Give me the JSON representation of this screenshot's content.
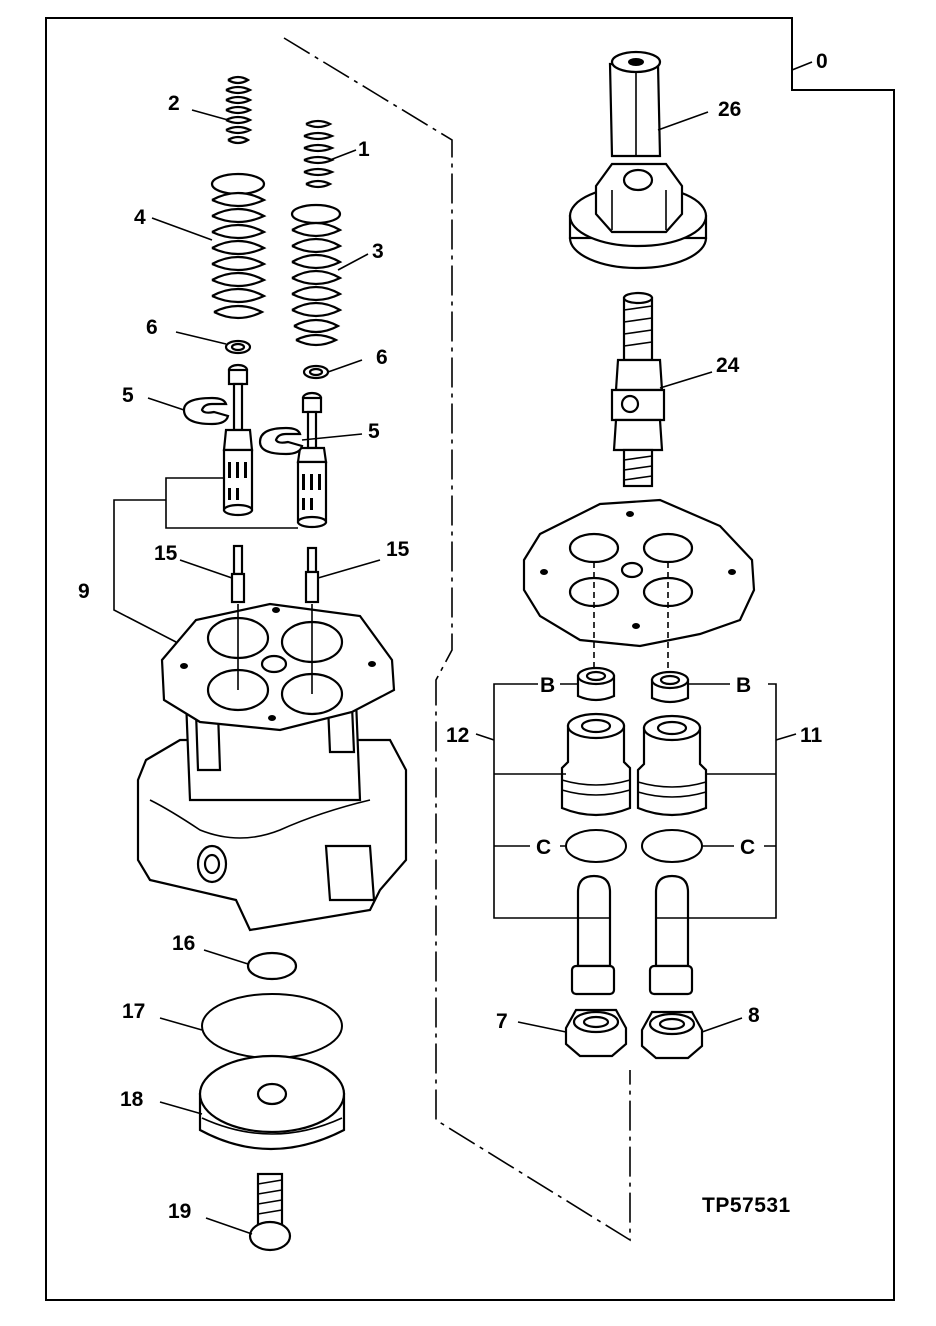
{
  "figure_ref": "TP57531",
  "labels": {
    "l0": "0",
    "l1": "1",
    "l2": "2",
    "l3": "3",
    "l4": "4",
    "l5a": "5",
    "l5b": "5",
    "l6a": "6",
    "l6b": "6",
    "l7": "7",
    "l8": "8",
    "l9": "9",
    "l11": "11",
    "l12": "12",
    "l15a": "15",
    "l15b": "15",
    "l16": "16",
    "l17": "17",
    "l18": "18",
    "l19": "19",
    "l24": "24",
    "l26": "26",
    "lBa": "B",
    "lBb": "B",
    "lCa": "C",
    "lCb": "C"
  }
}
